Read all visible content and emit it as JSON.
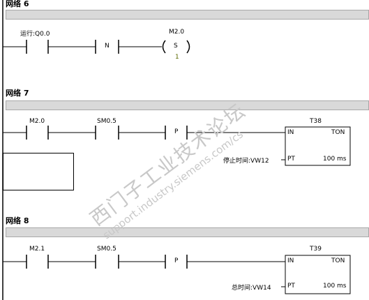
{
  "networks": [
    {
      "title": "网络 6",
      "contacts": [
        {
          "label": "运行:Q0.0"
        }
      ],
      "transition": {
        "label": "N"
      },
      "coil": {
        "address": "M2.0",
        "type": "S",
        "count": "1"
      }
    },
    {
      "title": "网络 7",
      "contacts": [
        {
          "label": "M2.0"
        },
        {
          "label": "SM0.5"
        }
      ],
      "transition": {
        "label": "P"
      },
      "timer": {
        "name": "T38",
        "in_label": "IN",
        "type_label": "TON",
        "pt_label": "PT",
        "pt_source": "停止时间:VW12",
        "resolution": "100 ms"
      }
    },
    {
      "title": "网络 8",
      "contacts": [
        {
          "label": "M2.1"
        },
        {
          "label": "SM0.5"
        }
      ],
      "transition": {
        "label": "P"
      },
      "timer": {
        "name": "T39",
        "in_label": "IN",
        "type_label": "TON",
        "pt_label": "PT",
        "pt_source": "总时间:VW14",
        "resolution": "100 ms"
      }
    }
  ],
  "watermark": {
    "line1": "西门子工业技术论坛",
    "line2": "support.industry.siemens.com/cs"
  }
}
